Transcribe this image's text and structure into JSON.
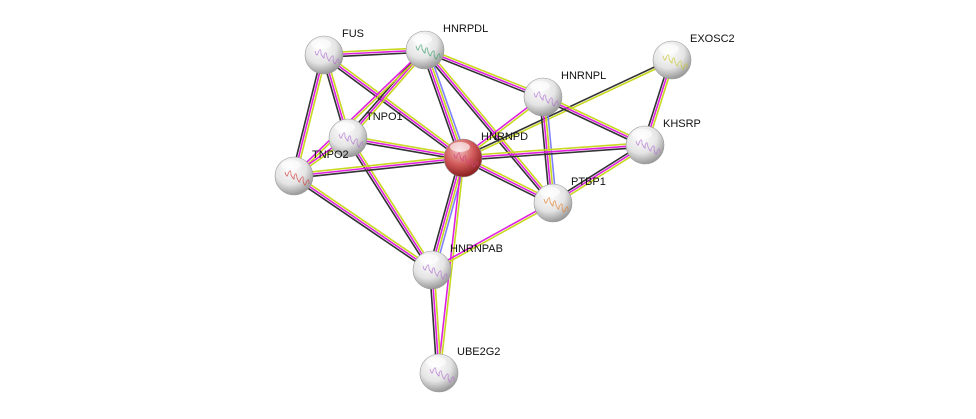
{
  "nodes": [
    {
      "id": "FUS",
      "label": "FUS",
      "color": "#e0e0e0",
      "glyph": "#b070d0"
    },
    {
      "id": "HNRPDL",
      "label": "HNRPDL",
      "color": "#e0e0e0",
      "glyph": "#3a9f6a"
    },
    {
      "id": "EXOSC2",
      "label": "EXOSC2",
      "color": "#e0e0e0",
      "glyph": "#c8c830"
    },
    {
      "id": "HNRNPL",
      "label": "HNRNPL",
      "color": "#e0e0e0",
      "glyph": "#b070d0"
    },
    {
      "id": "TNPO1",
      "label": "TNPO1",
      "color": "#e0e0e0",
      "glyph": "#b070d0"
    },
    {
      "id": "HNRNPD",
      "label": "HNRNPD",
      "color": "#c84848",
      "glyph": "#d04080"
    },
    {
      "id": "KHSRP",
      "label": "KHSRP",
      "color": "#e0e0e0",
      "glyph": "#b070d0"
    },
    {
      "id": "TNPO2",
      "label": "TNPO2",
      "color": "#e0e0e0",
      "glyph": "#d04040"
    },
    {
      "id": "PTBP1",
      "label": "PTBP1",
      "color": "#e0e0e0",
      "glyph": "#e08030"
    },
    {
      "id": "HNRNPAB",
      "label": "HNRNPAB",
      "color": "#e0e0e0",
      "glyph": "#b070d0"
    },
    {
      "id": "UBE2G2",
      "label": "UBE2G2",
      "color": "#e0e0e0",
      "glyph": "#b070d0"
    }
  ],
  "edge_colors": {
    "textmining": "#c8d820",
    "experiments": "#e020e0",
    "coexpression": "#333333",
    "database": "#8080ff"
  },
  "edges": [
    {
      "a": "FUS",
      "b": "HNRPDL",
      "types": [
        "textmining",
        "experiments",
        "coexpression"
      ]
    },
    {
      "a": "FUS",
      "b": "TNPO1",
      "types": [
        "textmining",
        "experiments",
        "coexpression"
      ]
    },
    {
      "a": "FUS",
      "b": "TNPO2",
      "types": [
        "textmining",
        "experiments",
        "coexpression"
      ]
    },
    {
      "a": "FUS",
      "b": "HNRNPD",
      "types": [
        "textmining",
        "experiments",
        "coexpression"
      ]
    },
    {
      "a": "HNRPDL",
      "b": "TNPO1",
      "types": [
        "textmining",
        "experiments",
        "coexpression"
      ]
    },
    {
      "a": "HNRPDL",
      "b": "TNPO2",
      "types": [
        "textmining",
        "experiments"
      ]
    },
    {
      "a": "HNRPDL",
      "b": "HNRNPD",
      "types": [
        "database",
        "textmining",
        "experiments",
        "coexpression"
      ]
    },
    {
      "a": "HNRPDL",
      "b": "HNRNPL",
      "types": [
        "textmining",
        "experiments",
        "coexpression"
      ]
    },
    {
      "a": "HNRPDL",
      "b": "PTBP1",
      "types": [
        "textmining",
        "experiments",
        "coexpression"
      ]
    },
    {
      "a": "EXOSC2",
      "b": "HNRNPD",
      "types": [
        "textmining",
        "coexpression"
      ]
    },
    {
      "a": "EXOSC2",
      "b": "KHSRP",
      "types": [
        "textmining",
        "experiments",
        "coexpression"
      ]
    },
    {
      "a": "HNRNPL",
      "b": "HNRNPD",
      "types": [
        "textmining",
        "experiments"
      ]
    },
    {
      "a": "HNRNPL",
      "b": "KHSRP",
      "types": [
        "textmining",
        "experiments",
        "coexpression"
      ]
    },
    {
      "a": "HNRNPL",
      "b": "PTBP1",
      "types": [
        "database",
        "textmining",
        "experiments",
        "coexpression"
      ]
    },
    {
      "a": "TNPO1",
      "b": "HNRNPD",
      "types": [
        "textmining",
        "experiments",
        "coexpression"
      ]
    },
    {
      "a": "TNPO1",
      "b": "HNRNPAB",
      "types": [
        "textmining",
        "experiments",
        "coexpression"
      ]
    },
    {
      "a": "TNPO1",
      "b": "TNPO2",
      "types": [
        "textmining",
        "experiments"
      ]
    },
    {
      "a": "TNPO2",
      "b": "HNRNPD",
      "types": [
        "textmining",
        "experiments",
        "coexpression"
      ]
    },
    {
      "a": "TNPO2",
      "b": "HNRNPAB",
      "types": [
        "textmining",
        "experiments",
        "coexpression"
      ]
    },
    {
      "a": "HNRNPD",
      "b": "KHSRP",
      "types": [
        "textmining",
        "experiments",
        "coexpression"
      ]
    },
    {
      "a": "HNRNPD",
      "b": "PTBP1",
      "types": [
        "textmining",
        "experiments",
        "coexpression"
      ]
    },
    {
      "a": "HNRNPD",
      "b": "HNRNPAB",
      "types": [
        "database",
        "textmining",
        "experiments",
        "coexpression"
      ]
    },
    {
      "a": "HNRNPD",
      "b": "UBE2G2",
      "types": [
        "textmining",
        "experiments"
      ]
    },
    {
      "a": "KHSRP",
      "b": "PTBP1",
      "types": [
        "textmining",
        "experiments",
        "coexpression"
      ]
    },
    {
      "a": "PTBP1",
      "b": "HNRNPAB",
      "types": [
        "textmining",
        "experiments"
      ]
    },
    {
      "a": "HNRNPAB",
      "b": "UBE2G2",
      "types": [
        "textmining",
        "experiments",
        "coexpression"
      ]
    }
  ]
}
